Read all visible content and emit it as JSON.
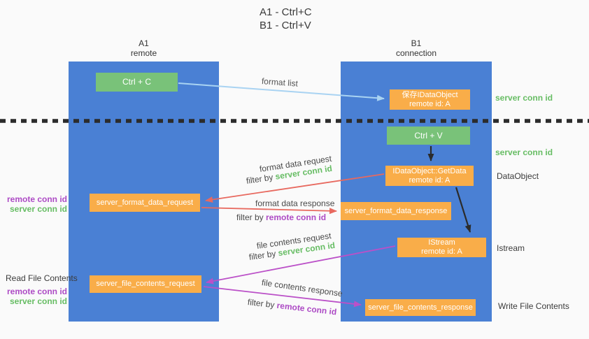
{
  "title": {
    "line1": "A1 - Ctrl+C",
    "line2": "B1 - Ctrl+V"
  },
  "columns": {
    "a1": {
      "name": "A1",
      "subtitle": "remote"
    },
    "b1": {
      "name": "B1",
      "subtitle": "connection"
    }
  },
  "nodes": {
    "ctrl_c": {
      "label": "Ctrl + C"
    },
    "save_dataobject": {
      "line1": "保存IDataObject",
      "line2": "remote id: A"
    },
    "ctrl_v": {
      "label": "Ctrl + V"
    },
    "getdata": {
      "line1": "IDataObject::GetData",
      "line2": "remote id: A"
    },
    "format_request": {
      "label": "server_format_data_request"
    },
    "format_response": {
      "label": "server_format_data_response"
    },
    "istream": {
      "line1": "IStream",
      "line2": "remote id: A"
    },
    "file_request": {
      "label": "server_file_contents_request"
    },
    "file_response": {
      "label": "server_file_contents_response"
    }
  },
  "edge_labels": {
    "format_list": "format list",
    "format_data_request": "format data request",
    "format_data_response": "format data response",
    "file_contents_request": "file contents request",
    "file_contents_response": "file contents response",
    "filter_by": "filter by ",
    "server_conn_id": "server conn id",
    "remote_conn_id": "remote conn id"
  },
  "side_labels": {
    "right_server_conn_id_top": "server conn id",
    "right_server_conn_id_mid": "server conn id",
    "right_dataobject": "DataObject",
    "right_istream": "Istream",
    "right_write_file_contents": "Write File Contents",
    "left_remote_conn_id_top": "remote conn id",
    "left_server_conn_id_top": "server conn id",
    "left_read_file_contents": "Read File Contents",
    "left_remote_conn_id_bottom": "remote conn id",
    "left_server_conn_id_bottom": "server conn id"
  },
  "colors": {
    "background": "#fafafa",
    "column_blue": "#4a80d4",
    "box_green": "#79c279",
    "box_orange": "#f9ad49",
    "green_label": "#67bd64",
    "purple_label": "#ad4bc5",
    "red_arrow": "#e8695f",
    "purple_arrow": "#bb50c8",
    "light_blue_arrow": "#a9d3f2",
    "black_arrow": "#2b2b2b",
    "dark_text": "#3b3b3b"
  }
}
